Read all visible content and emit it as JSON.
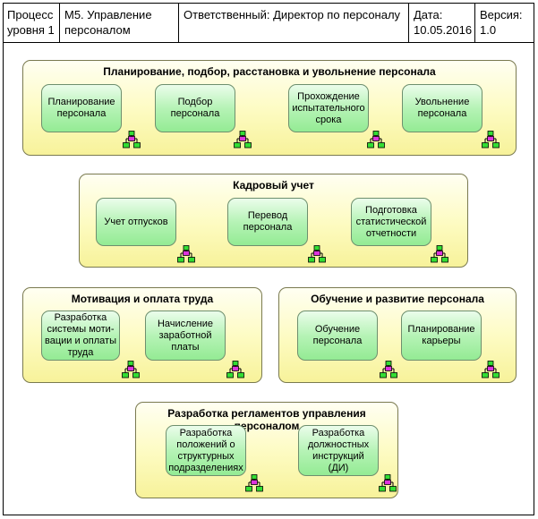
{
  "header": {
    "level": "Процесс\nуровня 1",
    "process": "М5.  Управление\nперсоналом",
    "owner": "Ответственный: Директор по персоналу",
    "date": "Дата:\n10.05.2016",
    "version": "Версия:\n1.0"
  },
  "groups": [
    {
      "title": "Планирование, подбор, расстановка и увольнение персонала",
      "items": [
        "Планирование\nперсонала",
        "Подбор\nперсонала",
        "Прохождение\nиспытательного\nсрока",
        "Увольнение\nперсонала"
      ]
    },
    {
      "title": "Кадровый учет",
      "items": [
        "Учет отпусков",
        "Перевод\nперсонала",
        "Подготовка\nстатистической\nотчетности"
      ]
    },
    {
      "title": "Мотивация и оплата труда",
      "items": [
        "Разработка\nсистемы моти-\nвации и оплаты\nтруда",
        "Начисление\nзаработной платы"
      ]
    },
    {
      "title": "Обучение и развитие персонала",
      "items": [
        "Обучение\nперсонала",
        "Планирование\nкарьеры"
      ]
    },
    {
      "title": "Разработка регламентов управления персоналом",
      "items": [
        "Разработка\nположений о\nструктурных\nподразделениях",
        "Разработка\nдолжностных\nинструкций (ДИ)"
      ]
    }
  ],
  "colors": {
    "group_fill": "#fdfbc0",
    "process_fill": "#b6f3b6",
    "decomposition_icon_green": "#33dd33",
    "decomposition_icon_magenta": "#dd33dd"
  }
}
